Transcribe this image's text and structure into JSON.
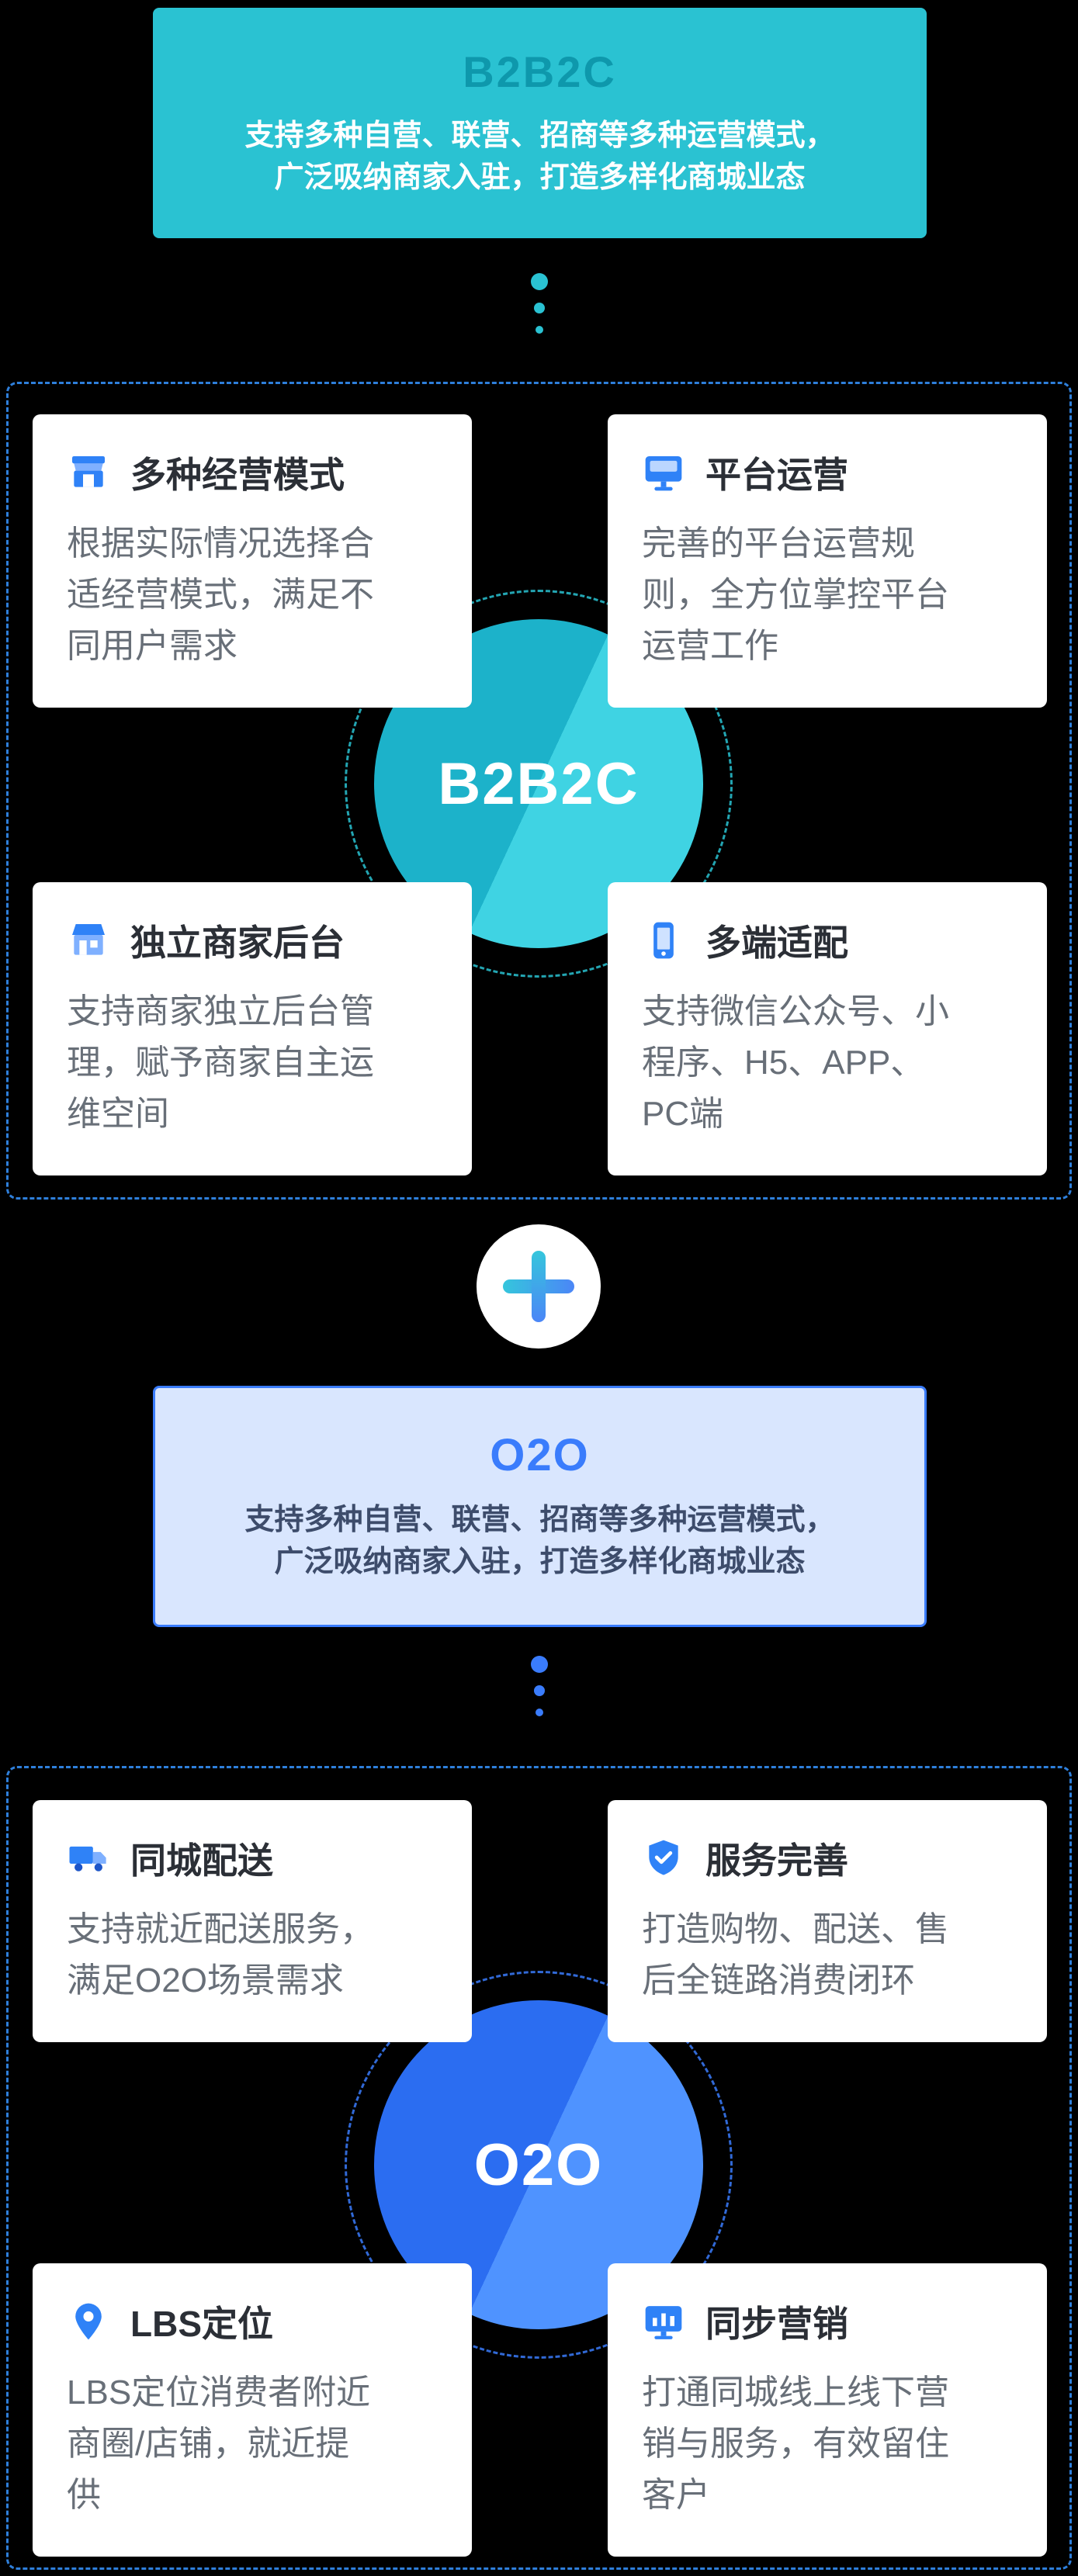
{
  "colors": {
    "background": "#000000",
    "cyan_accent": "#2AC2D2",
    "cyan_title": "#0E98AC",
    "blue_accent": "#3A7CFC",
    "o2o_banner_bg": "#D9E6FE",
    "dashed_border": "#2E7FDB",
    "card_title": "#2B2F36",
    "card_body": "#686F78"
  },
  "b2b2c": {
    "banner": {
      "title": "B2B2C",
      "desc_line1": "支持多种自营、联营、招商等多种运营模式，",
      "desc_line2": "广泛吸纳商家入驻，打造多样化商城业态"
    },
    "center_label": "B2B2C",
    "cards": [
      {
        "icon": "storefront-icon",
        "title": "多种经营模式",
        "body": "根据实际情况选择合适经营模式，满足不同用户需求"
      },
      {
        "icon": "monitor-icon",
        "title": "平台运营",
        "body": "完善的平台运营规则，全方位掌控平台运营工作"
      },
      {
        "icon": "shop-icon",
        "title": "独立商家后台",
        "body": "支持商家独立后台管理，赋予商家自主运维空间"
      },
      {
        "icon": "mobile-phone-icon",
        "title": "多端适配",
        "body": "支持微信公众号、小程序、H5、APP、PC端"
      }
    ]
  },
  "connector": {
    "plus_icon": "plus-icon"
  },
  "o2o": {
    "banner": {
      "title": "O2O",
      "desc_line1": "支持多种自营、联营、招商等多种运营模式，",
      "desc_line2": "广泛吸纳商家入驻，打造多样化商城业态"
    },
    "center_label": "O2O",
    "cards": [
      {
        "icon": "truck-icon",
        "title": "同城配送",
        "body": "支持就近配送服务，满足O2O场景需求"
      },
      {
        "icon": "shield-check-icon",
        "title": "服务完善",
        "body": "打造购物、配送、售后全链路消费闭环"
      },
      {
        "icon": "location-pin-icon",
        "title": "LBS定位",
        "body": "LBS定位消费者附近商圈/店铺，就近提供"
      },
      {
        "icon": "chart-screen-icon",
        "title": "同步营销",
        "body": "打通同城线上线下营销与服务，有效留住客户"
      }
    ]
  }
}
